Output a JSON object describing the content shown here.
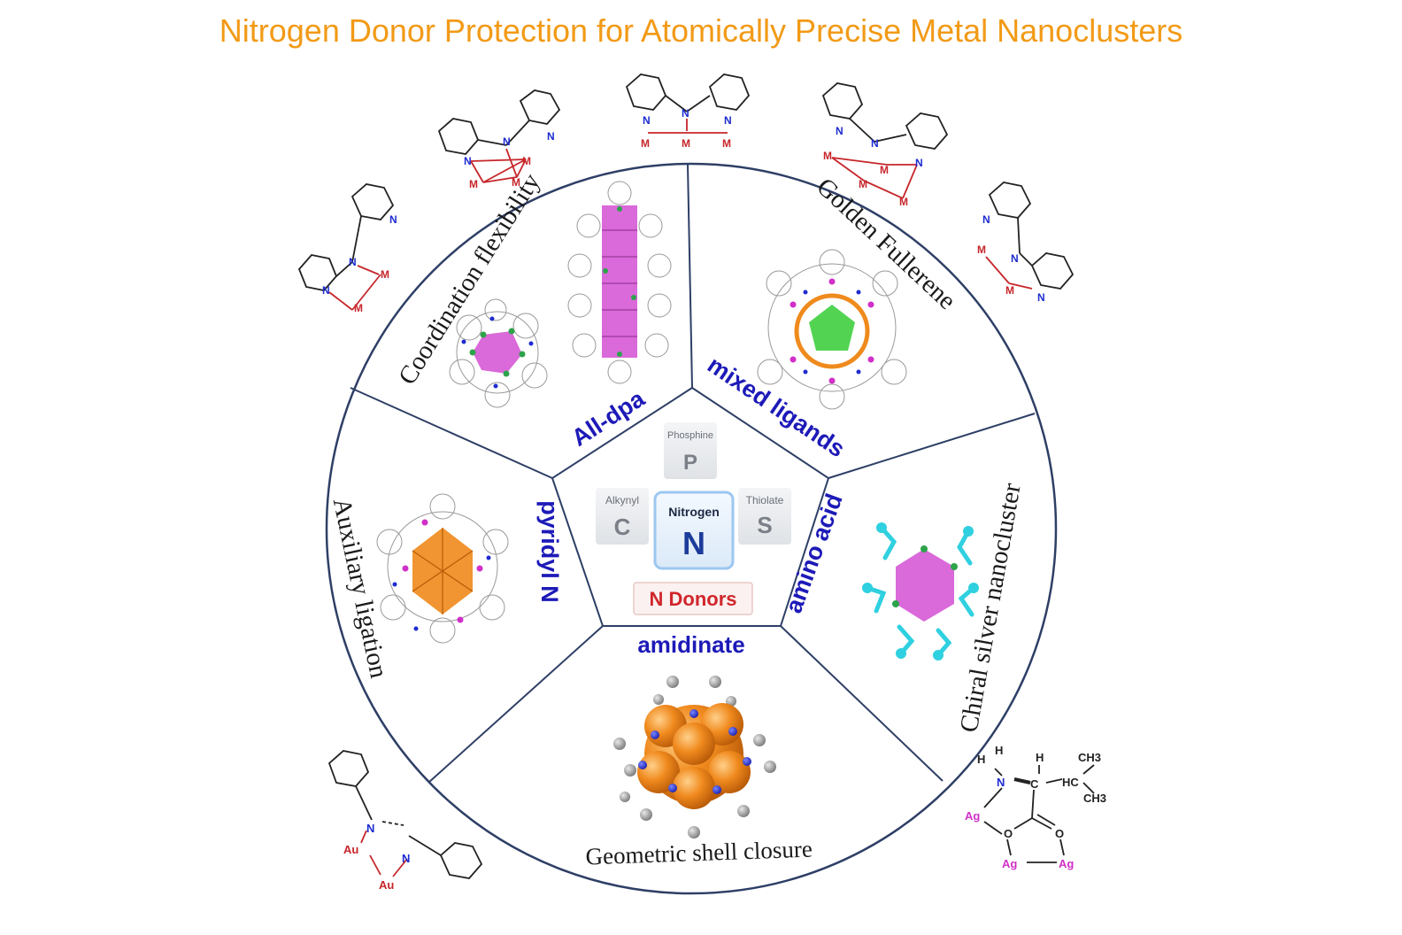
{
  "title": "Nitrogen Donor Protection for Atomically Precise Metal Nanoclusters",
  "colors": {
    "title": "#f29a16",
    "ring": "#2e3f66",
    "ligand_label": "#1d1ab8",
    "atom_M": "#c6262b",
    "atom_N": "#1d2bd0",
    "atom_Ag": "#d030c8",
    "donors_text": "#d0262b",
    "gold_cluster": "#ef8a1c",
    "magenta_cluster": "#d44fd4",
    "green_atom": "#2da34a",
    "cyan_ligand": "#2fd0e0"
  },
  "sectors": [
    {
      "id": "dpa",
      "category": "Coordination flexibility",
      "ligand": "All-dpa"
    },
    {
      "id": "fullerene",
      "category": "Golden Fullerene",
      "ligand": "mixed ligands"
    },
    {
      "id": "chiral",
      "category": "Chiral silver nanocluster",
      "ligand": "amino acid"
    },
    {
      "id": "shell",
      "category": "Geometric shell closure",
      "ligand": "amidinate"
    },
    {
      "id": "aux",
      "category": "Auxiliary ligation",
      "ligand": "pyridyl N"
    }
  ],
  "center": {
    "phosphine": {
      "name": "Phosphine",
      "symbol": "P"
    },
    "alkynyl": {
      "name": "Alkynyl",
      "symbol": "C"
    },
    "thiolate": {
      "name": "Thiolate",
      "symbol": "S"
    },
    "nitrogen": {
      "name": "Nitrogen",
      "symbol": "N"
    },
    "donors_label": "N Donors"
  },
  "atoms": {
    "metal": "M",
    "nitrogen": "N",
    "gold": "Au",
    "silver": "Ag",
    "oxygen": "O",
    "carbon": "C",
    "hydrogen": "H",
    "ch3": "CH3",
    "hc": "HC"
  }
}
